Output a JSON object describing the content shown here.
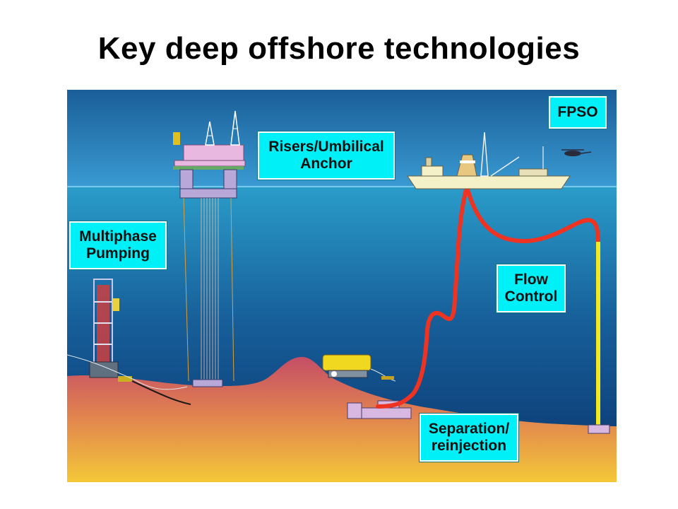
{
  "title": "Key deep offshore technologies",
  "labels": {
    "fpso": "FPSO",
    "risers_line1": "Risers/Umbilical",
    "risers_line2": "Anchor",
    "multiphase_line1": "Multiphase",
    "multiphase_line2": "Pumping",
    "flow_line1": "Flow",
    "flow_line2": "Control",
    "separation_line1": "Separation/",
    "separation_line2": "reinjection"
  },
  "colors": {
    "sky": "#1a6fa8",
    "sea_surface": "#2a9fcf",
    "sea_deep": "#0a3d74",
    "seabed_top": "#c85a6a",
    "seabed_bottom": "#f0c040",
    "label_bg": "#00f0f8",
    "flowline": "#ee3322",
    "riser_yellow": "#f4e820"
  }
}
